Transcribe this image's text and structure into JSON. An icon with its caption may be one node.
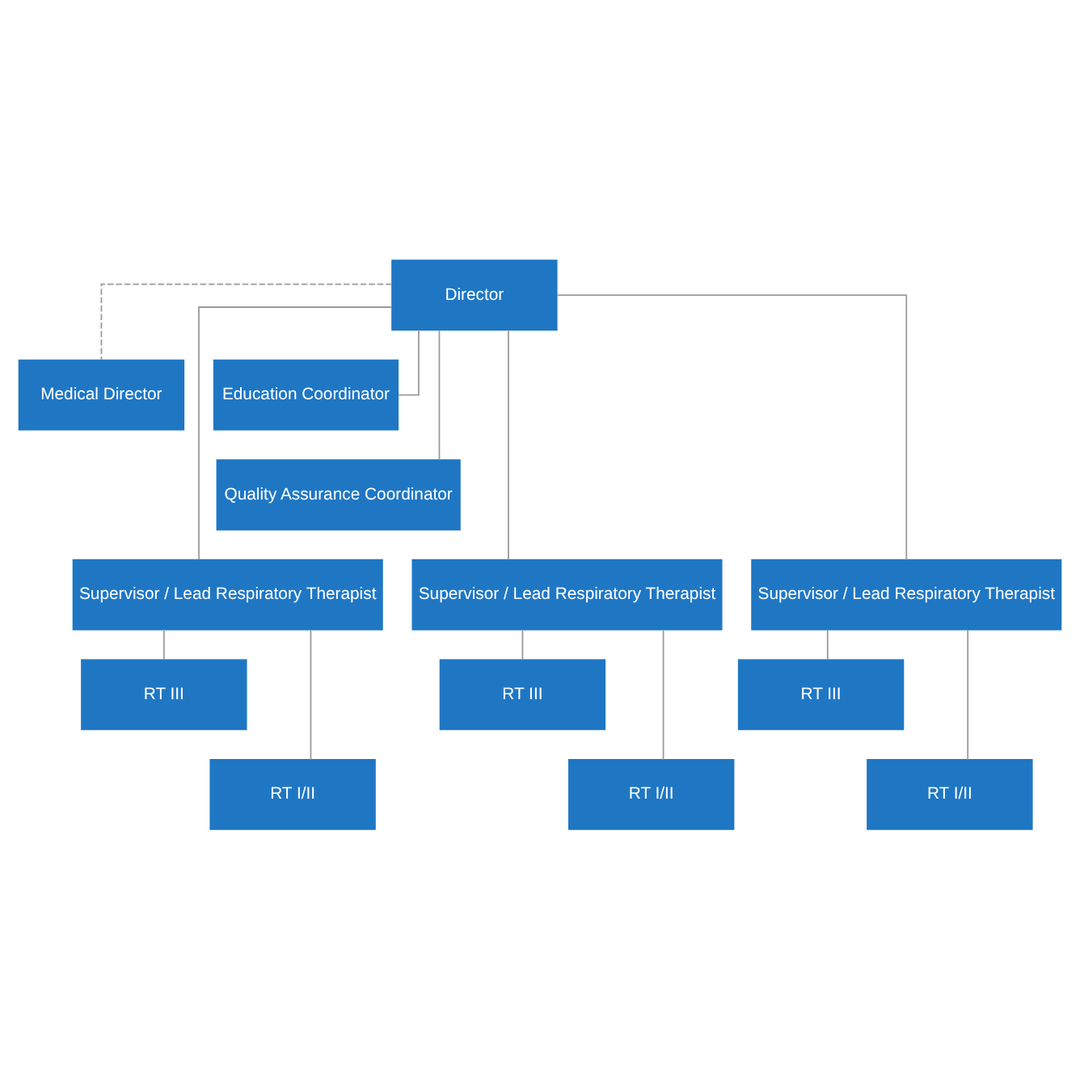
{
  "diagram": {
    "nodes": [
      {
        "text": [
          "Director"
        ]
      },
      {
        "text": [
          "Medical Director"
        ]
      },
      {
        "text": [
          "Education Coordinator"
        ]
      },
      {
        "text": [
          "Quality Assurance Coordinator"
        ]
      },
      {
        "text": [
          "Supervisor / Lead Respiratory Therapist"
        ]
      },
      {
        "text": [
          "Supervisor / Lead Respiratory Therapist"
        ]
      },
      {
        "text": [
          "Supervisor / Lead Respiratory Therapist"
        ]
      },
      {
        "text": [
          "RT III"
        ]
      },
      {
        "text": [
          "RT I/II"
        ]
      },
      {
        "text": [
          "RT III"
        ]
      },
      {
        "text": [
          "RT I/II"
        ]
      },
      {
        "text": [
          "RT III"
        ]
      },
      {
        "text": [
          "RT I/II"
        ]
      }
    ],
    "edges": [
      {
        "from": 0,
        "to": 1,
        "arrow": "none",
        "style": "dashed"
      },
      {
        "from": 0,
        "to": 2,
        "arrow": "none"
      },
      {
        "from": 0,
        "to": 3,
        "arrow": "none"
      },
      {
        "from": 0,
        "to": 4,
        "arrow": "none"
      },
      {
        "from": 0,
        "to": 5,
        "arrow": "none"
      },
      {
        "from": 0,
        "to": 6,
        "arrow": "none"
      },
      {
        "from": 4,
        "to": 7,
        "arrow": "none"
      },
      {
        "from": 4,
        "to": 8,
        "arrow": "none"
      },
      {
        "from": 5,
        "to": 9,
        "arrow": "none"
      },
      {
        "from": 5,
        "to": 10,
        "arrow": "none"
      },
      {
        "from": 6,
        "to": 11,
        "arrow": "none"
      },
      {
        "from": 6,
        "to": 12,
        "arrow": "none"
      }
    ]
  }
}
